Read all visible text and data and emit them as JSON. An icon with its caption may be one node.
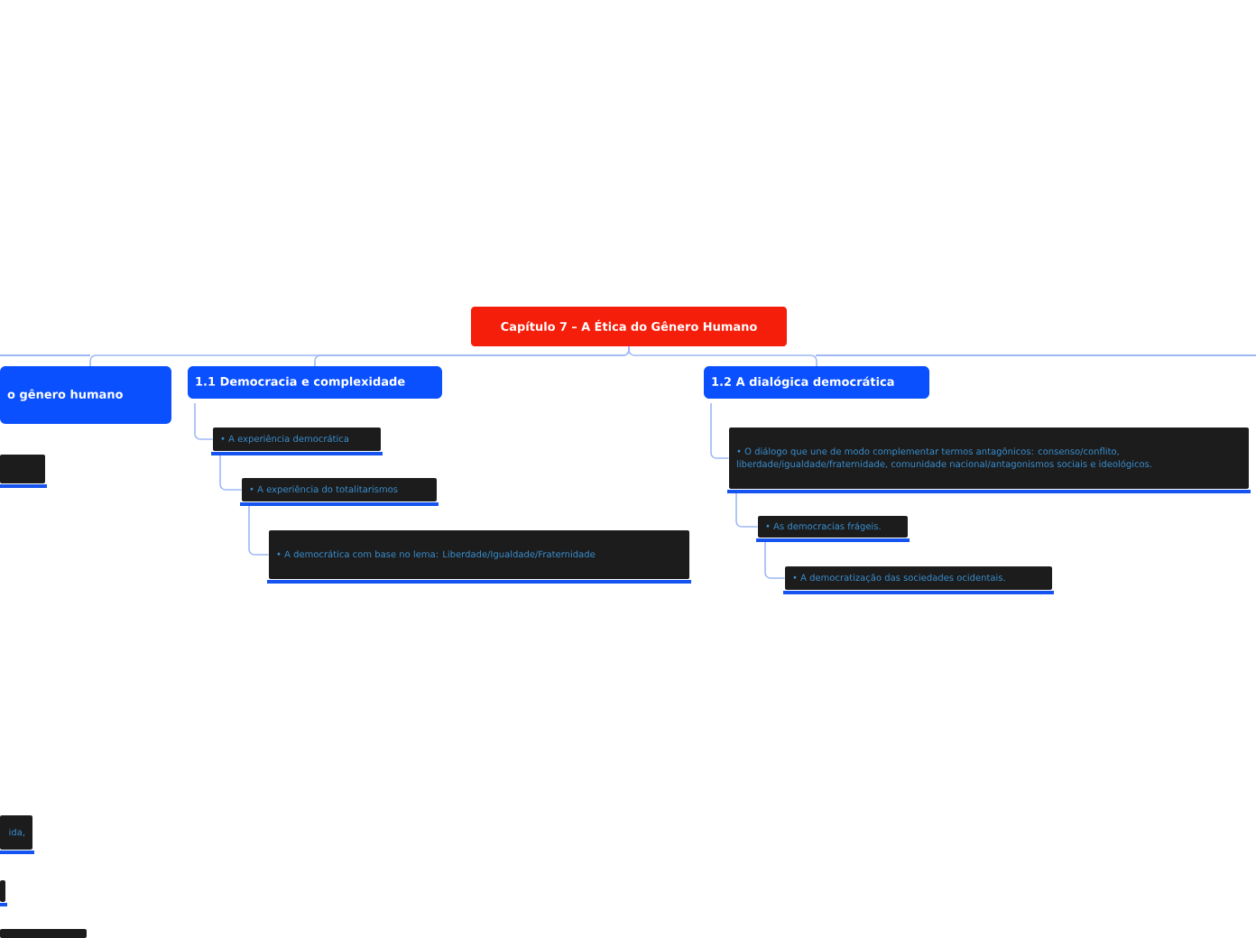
{
  "diagram": {
    "nodes": [
      {
        "text": [
          "Capítulo 7 – A Ética do Gênero Humano"
        ]
      },
      {
        "text": [
          "o gênero humano"
        ]
      },
      {
        "text": [],
        "shape": "box"
      },
      {
        "text": [
          "ida,"
        ]
      },
      {
        "text": [],
        "shape": "box"
      },
      {
        "text": [],
        "shape": "box"
      },
      {
        "text": [
          "1.1 Democracia e complexidade"
        ]
      },
      {
        "text": [
          "• A experiência democrática"
        ]
      },
      {
        "text": [
          "• A experiência do totalitarismos"
        ]
      },
      {
        "text": [
          "• A democrática com base no lema: Liberdade/Igualdade/Fraternidade"
        ]
      },
      {
        "text": [
          "1.2 A dialógica democrática"
        ]
      },
      {
        "text": [
          "• O diálogo que une de modo complementar termos antagônicos: consenso/conflito, liberdade/igualdade/fraternidade, comunidade nacional/antagonismos sociais e ideológicos."
        ]
      },
      {
        "text": [
          "• As democracias frágeis."
        ]
      },
      {
        "text": [
          "• A democratização das sociedades ocidentais."
        ]
      }
    ],
    "edges": [
      {
        "from": 0,
        "to": 1,
        "arrow": "none"
      },
      {
        "from": 0,
        "to": 6,
        "arrow": "none"
      },
      {
        "from": 0,
        "to": 10,
        "arrow": "none"
      },
      {
        "from": 6,
        "to": 7,
        "arrow": "none"
      },
      {
        "from": 7,
        "to": 8,
        "arrow": "none"
      },
      {
        "from": 8,
        "to": 9,
        "arrow": "none"
      },
      {
        "from": 10,
        "to": 11,
        "arrow": "none"
      },
      {
        "from": 11,
        "to": 12,
        "arrow": "none"
      },
      {
        "from": 12,
        "to": 13,
        "arrow": "none"
      }
    ]
  }
}
